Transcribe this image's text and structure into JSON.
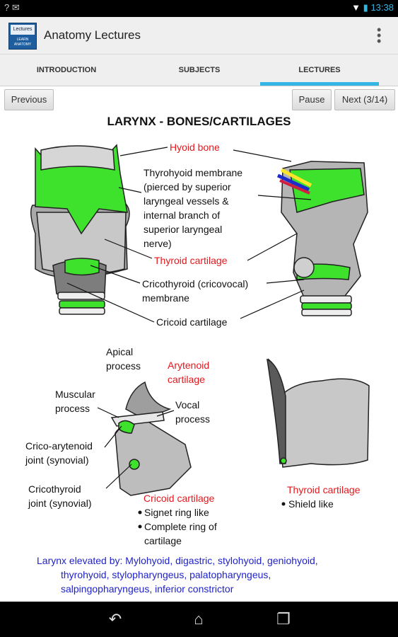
{
  "status": {
    "left_icons": "? ✉",
    "time": "13:38",
    "battery_icon": "battery-icon",
    "wifi_icon": "wifi-icon"
  },
  "app": {
    "title": "Anatomy Lectures",
    "icon_top": "Lectures",
    "icon_bottom": "LEARN ANATOMY"
  },
  "tabs": [
    {
      "label": "INTRODUCTION"
    },
    {
      "label": "SUBJECTS"
    },
    {
      "label": "LECTURES"
    }
  ],
  "nav": {
    "previous": "Previous",
    "pause": "Pause",
    "next": "Next (3/14)"
  },
  "slide": {
    "title": "LARYNX - BONES/CARTILAGES",
    "labels": {
      "hyoid": "Hyoid bone",
      "thyrohyoid": [
        "Thyrohyoid membrane",
        "(pierced by superior",
        "laryngeal vessels &",
        "internal branch of",
        "superior laryngeal",
        "nerve)"
      ],
      "thyroid": "Thyroid cartilage",
      "cricothyroid_membrane": [
        "Cricothyroid (cricovocal)",
        "membrane"
      ],
      "cricoid": "Cricoid cartilage",
      "apical": [
        "Apical",
        "process"
      ],
      "arytenoid": [
        "Arytenoid",
        "cartilage"
      ],
      "muscular": [
        "Muscular",
        "process"
      ],
      "vocal": [
        "Vocal",
        "process"
      ],
      "crico_arytenoid": [
        "Crico-arytenoid",
        "joint (synovial)"
      ],
      "cricothyroid_joint": [
        "Cricothyroid",
        "joint (synovial)"
      ],
      "cricoid_title": "Cricoid cartilage",
      "cricoid_bullets": [
        "Signet ring like",
        "Complete ring of",
        "cartilage"
      ],
      "thyroid_title": "Thyroid cartilage",
      "thyroid_bullets": [
        "Shield like"
      ],
      "elevated": [
        "Larynx elevated by: Mylohyoid, digastric, stylohyoid, geniohyoid,",
        "thyrohyoid, stylopharyngeus, palatopharyngeus,",
        "salpingopharyngeus, inferior constrictor"
      ]
    }
  },
  "colors": {
    "accent": "#33b5e5",
    "red": "#e8161b",
    "green": "#3ee12c",
    "blue": "#1f22cc"
  }
}
